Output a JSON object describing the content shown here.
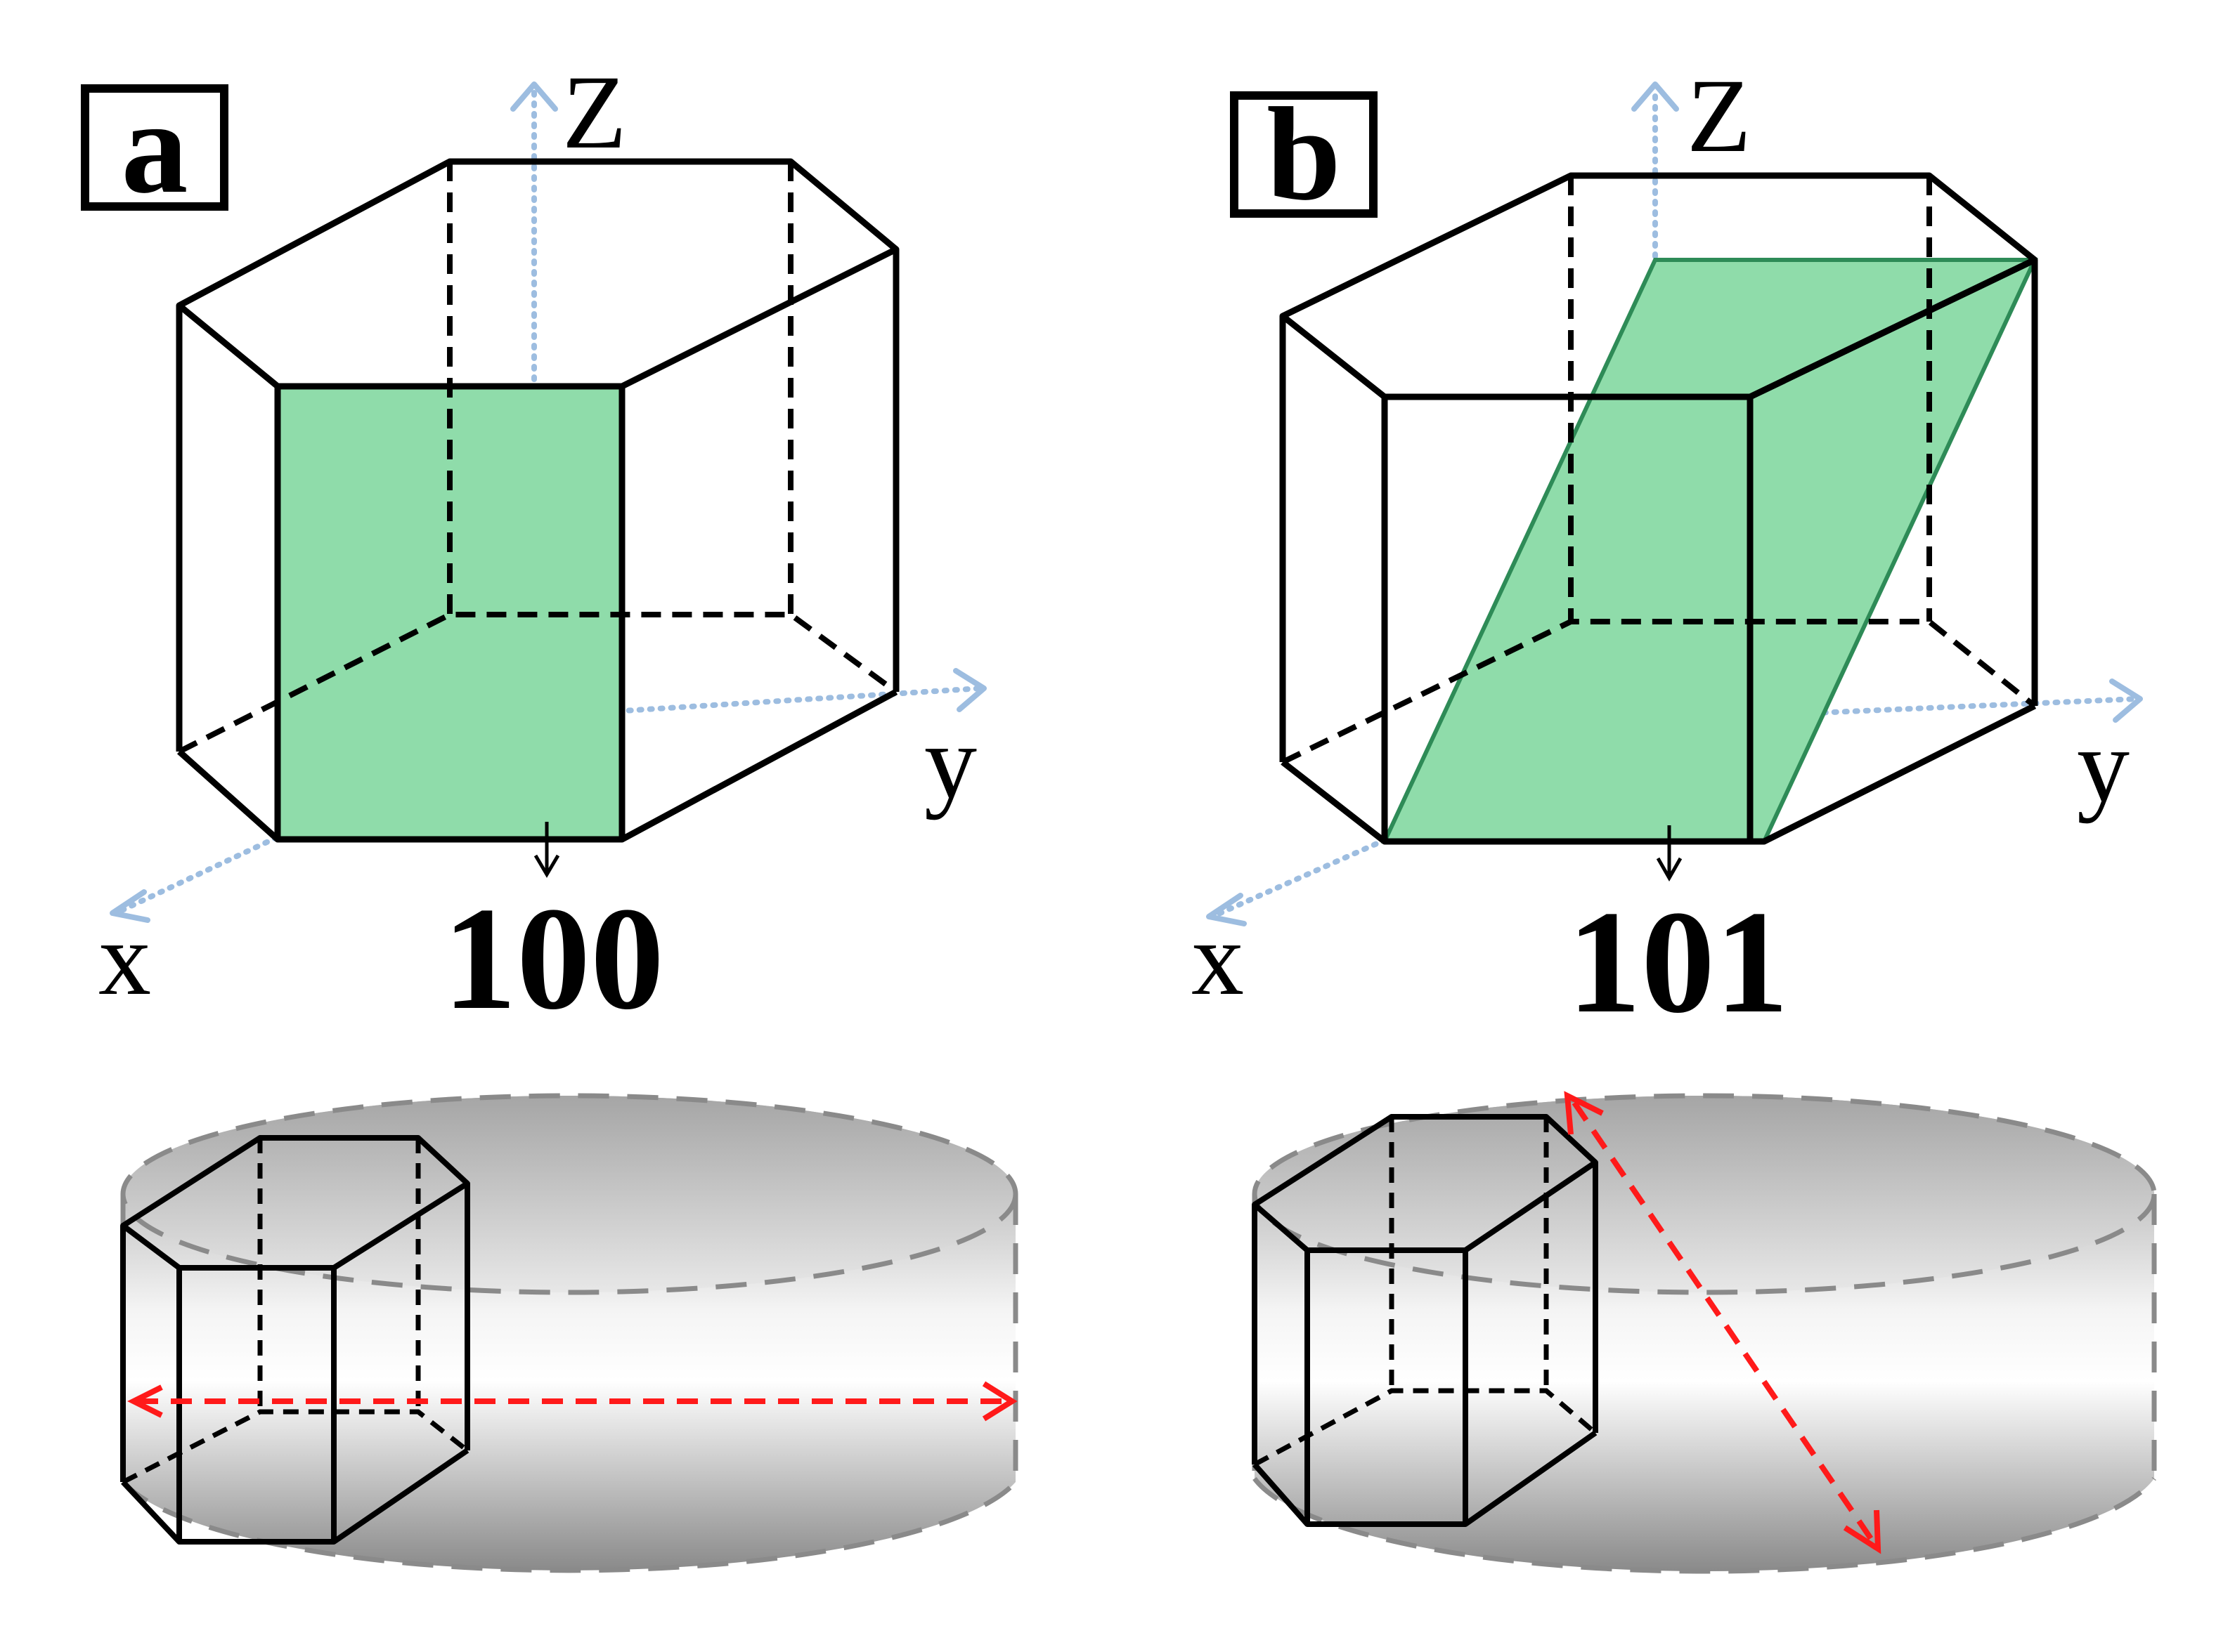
{
  "panels": [
    {
      "label": "a",
      "axes": {
        "z": "Z",
        "y": "y",
        "x": "x"
      },
      "plane_index": "100"
    },
    {
      "label": "b",
      "axes": {
        "z": "Z",
        "y": "y",
        "x": "x"
      },
      "plane_index": "101"
    }
  ],
  "colors": {
    "plane_fill": "#8fdcaa",
    "plane_stroke": "#2e8b57",
    "axis_dotted": "#9dbde0",
    "growth_arrow": "#ff1a1a",
    "edge": "#000000"
  }
}
